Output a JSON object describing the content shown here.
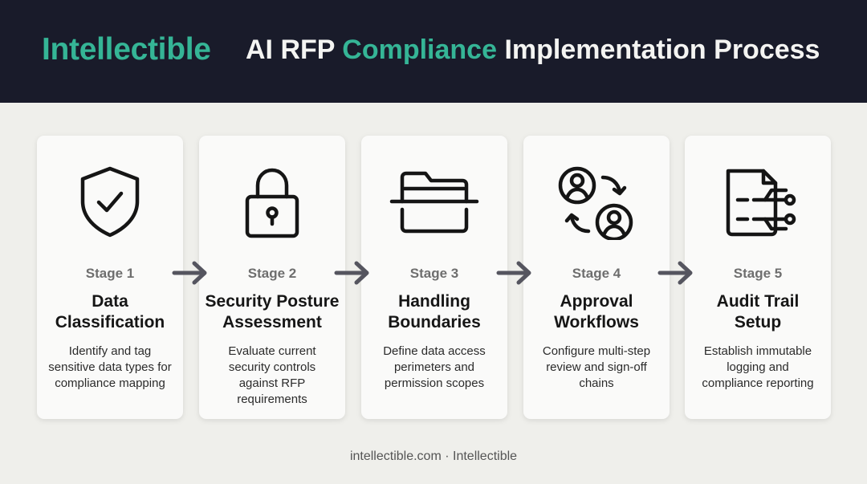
{
  "header": {
    "brand": "Intellectible",
    "title_part1": "AI RFP ",
    "title_accent": "Compliance",
    "title_part2": " Implementation Process"
  },
  "stages": [
    {
      "stage": "Stage 1",
      "title_line1": "Data",
      "title_line2": "Classification",
      "desc_lines": [
        "Identify and tag",
        "sensitive data types for",
        "compliance mapping"
      ],
      "icon": "shield-check-icon"
    },
    {
      "stage": "Stage 2",
      "title_line1": "Security Posture",
      "title_line2": "Assessment",
      "desc_lines": [
        "Evaluate current",
        "security controls",
        "against RFP",
        "requirements"
      ],
      "icon": "padlock-icon"
    },
    {
      "stage": "Stage 3",
      "title_line1": "Handling",
      "title_line2": "Boundaries",
      "desc_lines": [
        "Define data access",
        "perimeters and",
        "permission scopes"
      ],
      "icon": "folder-boundary-icon"
    },
    {
      "stage": "Stage 4",
      "title_line1": "Approval",
      "title_line2": "Workflows",
      "desc_lines": [
        "Configure multi-step",
        "review and sign-off",
        "chains"
      ],
      "icon": "user-exchange-icon"
    },
    {
      "stage": "Stage 5",
      "title_line1": "Audit Trail",
      "title_line2": "Setup",
      "desc_lines": [
        "Establish immutable",
        "logging and",
        "compliance reporting"
      ],
      "icon": "document-circuit-icon"
    }
  ],
  "footer": {
    "text": "intellectible.com · Intellectible"
  },
  "colors": {
    "header_bg": "#191b2a",
    "accent": "#35b596",
    "page_bg": "#efefeb",
    "arrow": "#55555f"
  }
}
